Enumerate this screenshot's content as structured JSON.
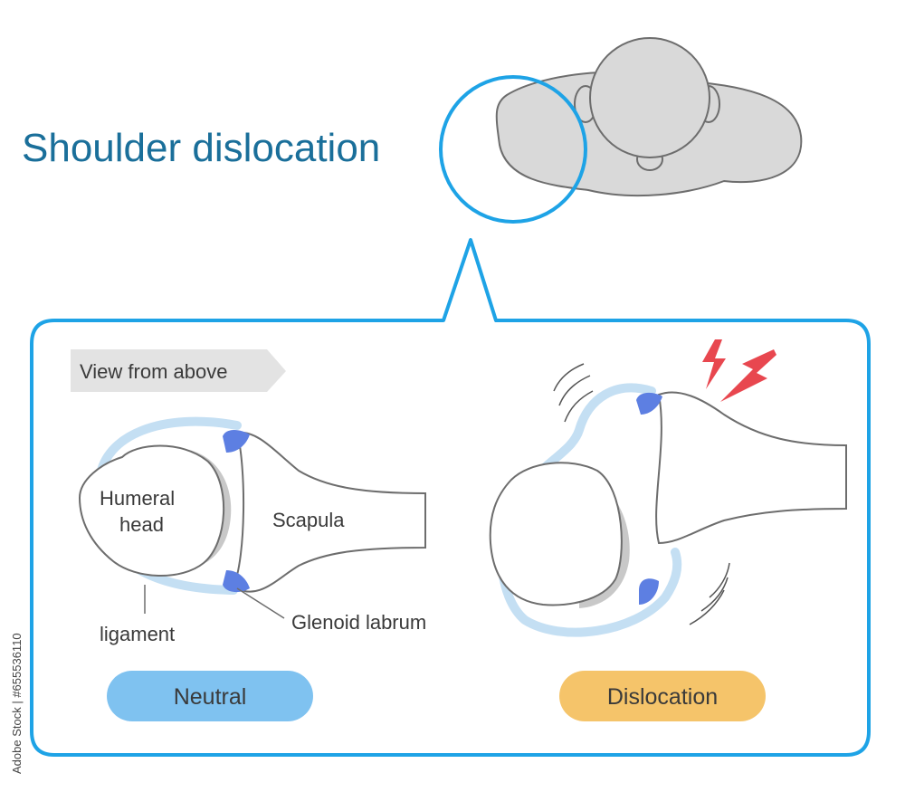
{
  "title": "Shoulder dislocation",
  "view_tag": "View from above",
  "labels": {
    "humeral_head_line1": "Humeral",
    "humeral_head_line2": "head",
    "scapula": "Scapula",
    "ligament": "ligament",
    "glenoid_labrum": "Glenoid labrum"
  },
  "badges": {
    "neutral": "Neutral",
    "dislocation": "Dislocation"
  },
  "side_id": "Adobe Stock | #655536110",
  "colors": {
    "title": "#1a6f9a",
    "accent_blue": "#1ea3e6",
    "ligament": "#c4dff3",
    "labrum": "#5d7fe2",
    "neutral_badge": "#7fc2f0",
    "dislocation_badge": "#f5c46a",
    "pain": "#e8474f",
    "body_gray": "#d9d9d9"
  }
}
